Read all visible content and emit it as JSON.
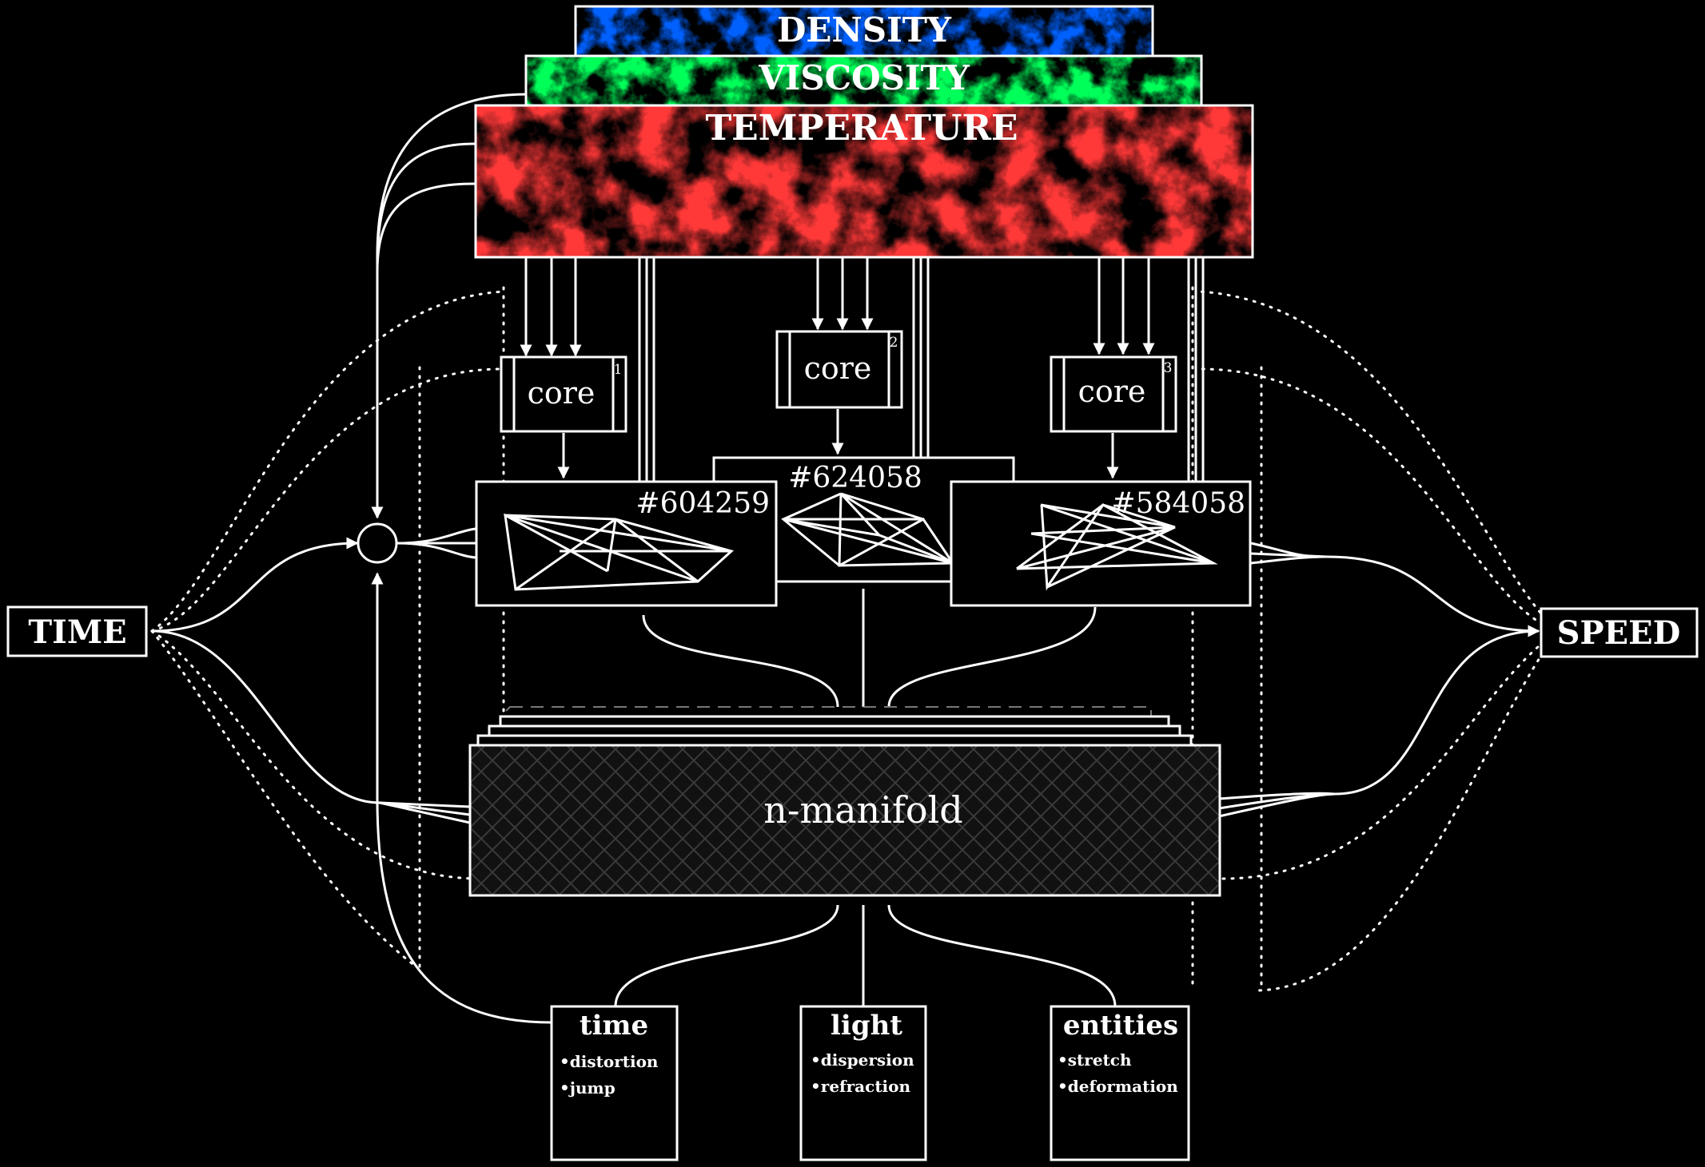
{
  "layers": {
    "density": "DENSITY",
    "viscosity": "VISCOSITY",
    "temperature": "TEMPERATURE"
  },
  "layer_colors": {
    "density": "#1040ff",
    "viscosity": "#00ff22",
    "temperature": "#ff1010"
  },
  "inputs": {
    "left": "TIME",
    "right": "SPEED"
  },
  "cores": [
    {
      "label": "core",
      "index": "1"
    },
    {
      "label": "core",
      "index": "2"
    },
    {
      "label": "core",
      "index": "3"
    }
  ],
  "graphs": {
    "left": "#604259",
    "middle": "#624058",
    "right": "#584058"
  },
  "manifold": "n-manifold",
  "outputs": [
    {
      "title": "time",
      "items": [
        "•distortion",
        "•jump"
      ]
    },
    {
      "title": "light",
      "items": [
        "•dispersion",
        "•refraction"
      ]
    },
    {
      "title": "entities",
      "items": [
        "•stretch",
        "•deformation"
      ]
    }
  ]
}
